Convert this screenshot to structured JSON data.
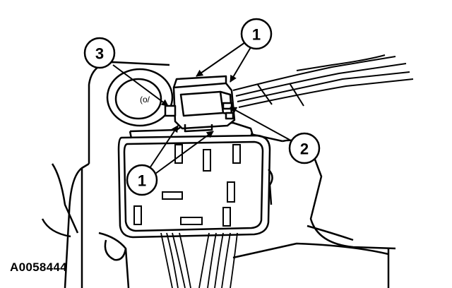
{
  "figure": {
    "id": "A0058444"
  },
  "callouts": [
    {
      "label": "1"
    },
    {
      "label": "2"
    },
    {
      "label": "3"
    },
    {
      "label": "1"
    }
  ]
}
